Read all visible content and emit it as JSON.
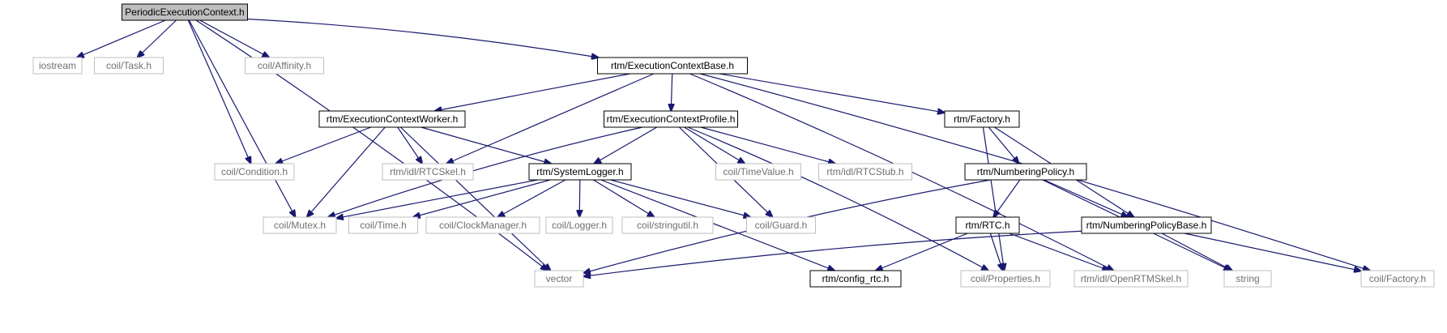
{
  "graph": {
    "root": "PeriodicExecutionContext.h",
    "nodes": {
      "root": {
        "label": "PeriodicExecutionContext.h",
        "kind": "root"
      },
      "iostream": {
        "label": "iostream",
        "kind": "ext"
      },
      "task": {
        "label": "coil/Task.h",
        "kind": "ext"
      },
      "affinity": {
        "label": "coil/Affinity.h",
        "kind": "ext"
      },
      "ecbase": {
        "label": "rtm/ExecutionContextBase.h",
        "kind": "main"
      },
      "ecworker": {
        "label": "rtm/ExecutionContextWorker.h",
        "kind": "main"
      },
      "ecprofile": {
        "label": "rtm/ExecutionContextProfile.h",
        "kind": "main"
      },
      "factory": {
        "label": "rtm/Factory.h",
        "kind": "main"
      },
      "condition": {
        "label": "coil/Condition.h",
        "kind": "ext"
      },
      "rtcskel": {
        "label": "rtm/idl/RTCSkel.h",
        "kind": "ext"
      },
      "syslogger": {
        "label": "rtm/SystemLogger.h",
        "kind": "main"
      },
      "timevalue": {
        "label": "coil/TimeValue.h",
        "kind": "ext"
      },
      "rtcstub": {
        "label": "rtm/idl/RTCStub.h",
        "kind": "ext"
      },
      "numpolicy": {
        "label": "rtm/NumberingPolicy.h",
        "kind": "main"
      },
      "mutex": {
        "label": "coil/Mutex.h",
        "kind": "ext"
      },
      "time": {
        "label": "coil/Time.h",
        "kind": "ext"
      },
      "clockmgr": {
        "label": "coil/ClockManager.h",
        "kind": "ext"
      },
      "logger": {
        "label": "coil/Logger.h",
        "kind": "ext"
      },
      "stringutil": {
        "label": "coil/stringutil.h",
        "kind": "ext"
      },
      "guard": {
        "label": "coil/Guard.h",
        "kind": "ext"
      },
      "rtc": {
        "label": "rtm/RTC.h",
        "kind": "main"
      },
      "numpolbase": {
        "label": "rtm/NumberingPolicyBase.h",
        "kind": "main"
      },
      "vector": {
        "label": "vector",
        "kind": "ext"
      },
      "configrtc": {
        "label": "rtm/config_rtc.h",
        "kind": "main"
      },
      "properties": {
        "label": "coil/Properties.h",
        "kind": "ext"
      },
      "openrtm": {
        "label": "rtm/idl/OpenRTMSkel.h",
        "kind": "ext"
      },
      "string": {
        "label": "string",
        "kind": "ext"
      },
      "cfactory": {
        "label": "coil/Factory.h",
        "kind": "ext"
      }
    },
    "edges": [
      [
        "root",
        "iostream"
      ],
      [
        "root",
        "task"
      ],
      [
        "root",
        "affinity"
      ],
      [
        "root",
        "ecbase"
      ],
      [
        "root",
        "condition"
      ],
      [
        "root",
        "mutex"
      ],
      [
        "root",
        "vector"
      ],
      [
        "ecbase",
        "ecworker"
      ],
      [
        "ecbase",
        "rtcskel"
      ],
      [
        "ecbase",
        "ecprofile"
      ],
      [
        "ecbase",
        "factory"
      ],
      [
        "ecbase",
        "openrtm"
      ],
      [
        "ecbase",
        "cfactory"
      ],
      [
        "ecworker",
        "condition"
      ],
      [
        "ecworker",
        "rtcskel"
      ],
      [
        "ecworker",
        "syslogger"
      ],
      [
        "ecworker",
        "mutex"
      ],
      [
        "ecworker",
        "vector"
      ],
      [
        "ecprofile",
        "syslogger"
      ],
      [
        "ecprofile",
        "mutex"
      ],
      [
        "ecprofile",
        "timevalue"
      ],
      [
        "ecprofile",
        "rtcstub"
      ],
      [
        "ecprofile",
        "guard"
      ],
      [
        "ecprofile",
        "properties"
      ],
      [
        "syslogger",
        "mutex"
      ],
      [
        "syslogger",
        "time"
      ],
      [
        "syslogger",
        "clockmgr"
      ],
      [
        "syslogger",
        "logger"
      ],
      [
        "syslogger",
        "stringutil"
      ],
      [
        "syslogger",
        "guard"
      ],
      [
        "syslogger",
        "configrtc"
      ],
      [
        "factory",
        "numpolicy"
      ],
      [
        "factory",
        "numpolbase"
      ],
      [
        "factory",
        "properties"
      ],
      [
        "numpolicy",
        "rtc"
      ],
      [
        "numpolicy",
        "numpolbase"
      ],
      [
        "numpolicy",
        "string"
      ],
      [
        "numpolicy",
        "vector"
      ],
      [
        "rtc",
        "configrtc"
      ],
      [
        "rtc",
        "properties"
      ],
      [
        "rtc",
        "openrtm"
      ],
      [
        "numpolbase",
        "vector"
      ],
      [
        "numpolbase",
        "string"
      ],
      [
        "numpolbase",
        "cfactory"
      ]
    ]
  }
}
